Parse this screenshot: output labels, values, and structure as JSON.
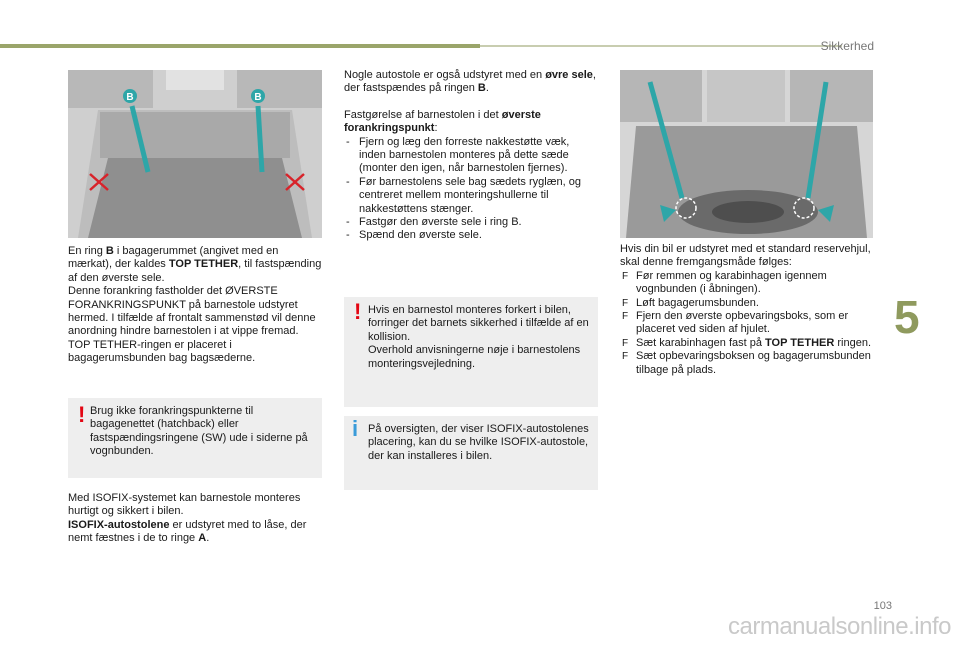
{
  "header": {
    "section": "Sikkerhed",
    "chapter_number": "5",
    "page_number": "103"
  },
  "footer": {
    "watermark": "carmanualsonline.info"
  },
  "figures": {
    "left": {
      "label_b1": "B",
      "label_b2": "B"
    }
  },
  "left_column": {
    "p1_pre": "En ring ",
    "p1_b": "B",
    "p1_mid": " i bagagerummet (angivet med en mærkat), der kaldes ",
    "p1_top": "TOP TETHER",
    "p1_post": ", til fastspænding af den øverste sele.",
    "p2": "Denne forankring fastholder det ØVERSTE FORANKRINGSPUNKT på barnestole udstyret hermed. I tilfælde af frontalt sammenstød vil denne anordning hindre barnestolen i at vippe fremad.",
    "p3": "TOP TETHER-ringen er placeret i bagagerumsbunden bag bagsæderne.",
    "warning": "Brug ikke forankringspunkterne til bagagenettet (hatchback) eller fastspændingsringene (SW) ude i siderne på vognbunden.",
    "p4": "Med ISOFIX-systemet kan barnestole monteres hurtigt og sikkert i bilen.",
    "p5_b": "ISOFIX-autostolene",
    "p5_mid": " er udstyret med to låse, der nemt fæstnes i de to ringe ",
    "p5_a": "A",
    "p5_end": "."
  },
  "middle_column": {
    "p1_pre": "Nogle autostole er også udstyret med en ",
    "p1_b": "øvre sele",
    "p1_post": ", der fastspændes på ringen ",
    "p1_ring": "B",
    "p1_end": ".",
    "p2_pre": "Fastgørelse af barnestolen i det ",
    "p2_b": "øverste forankringspunkt",
    "p2_end": ":",
    "steps": [
      "Fjern og læg den forreste nakkestøtte væk, inden barnestolen monteres på dette sæde (monter den igen, når barnestolen fjernes).",
      "Før barnestolens sele bag sædets ryglæn, og centreret mellem monteringshullerne til nakkestøttens stænger.",
      "Fastgør den øverste sele i ring B.",
      "Spænd den øverste sele."
    ],
    "warning": "Hvis en barnestol monteres forkert i bilen, forringer det barnets sikkerhed i tilfælde af en kollision.\nOverhold anvisningerne nøje i barnestolens monteringsvejledning.",
    "info": "På oversigten, der viser ISOFIX-autostolenes placering, kan du se hvilke ISOFIX-autostole, der kan installeres i bilen."
  },
  "right_column": {
    "intro": "Hvis din bil er udstyret med et standard reservehjul, skal denne fremgangsmåde følges:",
    "steps": [
      "Før remmen og karabinhagen igennem vognbunden (i åbningen).",
      "Løft bagagerumsbunden.",
      "Fjern den øverste opbevaringsboks, som er placeret ved siden af hjulet."
    ],
    "step4_pre": "Sæt karabinhagen fast på ",
    "step4_b": "TOP TETHER",
    "step4_post": " ringen.",
    "step5": "Sæt opbevaringsboksen og bagagerumsbunden tilbage på plads."
  },
  "colors": {
    "accent_green": "#9aa56a",
    "chapter_green": "#8f9a5e",
    "warning_red": "#e30613",
    "info_blue": "#3a9bd9",
    "arrow_teal": "#2ea6a8",
    "cross_red": "#d8232a"
  }
}
